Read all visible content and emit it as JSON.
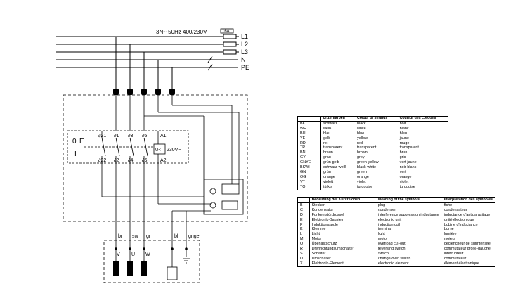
{
  "supply": {
    "label": "3N~ 50Hz 400/230V",
    "fuse": "16A",
    "lines": [
      "L1",
      "L2",
      "L3",
      "N",
      "PE"
    ]
  },
  "schematic": {
    "contactor_left": [
      "0",
      "E",
      "I"
    ],
    "contacts_top": [
      "∂21",
      "∂1",
      "∂3",
      "∂5",
      "A1"
    ],
    "contacts_bottom": [
      "∂22",
      "∂2",
      "∂4",
      "∂6",
      "A2"
    ],
    "coil_label": "230V~",
    "coil_symbol": "U<",
    "wire_colors": [
      "br",
      "sw",
      "gr",
      "bl",
      "gnge"
    ],
    "motor_terminals": [
      "V",
      "U",
      "W"
    ]
  },
  "strand_table": {
    "headers": [
      "",
      "Litzenfarben",
      "Colour of strands",
      "Couleur des cordons"
    ],
    "rows": [
      [
        "BK",
        "schwarz",
        "black",
        "noir"
      ],
      [
        "WH",
        "weiß",
        "white",
        "blanc"
      ],
      [
        "BU",
        "blau",
        "blue",
        "bleu"
      ],
      [
        "YE",
        "gelb",
        "yellow",
        "jaune"
      ],
      [
        "RD",
        "rot",
        "red",
        "rouge"
      ],
      [
        "TR",
        "transparent",
        "transparent",
        "transparent"
      ],
      [
        "BN",
        "braun",
        "brown",
        "brun"
      ],
      [
        "GY",
        "grau",
        "grey",
        "gris"
      ],
      [
        "GNYE",
        "grün-gelb",
        "green-yellow",
        "vert-jaune"
      ],
      [
        "BKWH",
        "schwarz-weiß",
        "black-white",
        "noir-blanc"
      ],
      [
        "GN",
        "grün",
        "green",
        "vert"
      ],
      [
        "OG",
        "orange",
        "orange",
        "orange"
      ],
      [
        "VT",
        "violett",
        "violet",
        "violet"
      ],
      [
        "TQ",
        "türkis",
        "turquoise",
        "turquoise"
      ]
    ]
  },
  "symbol_table": {
    "headers": [
      "",
      "Bedeutung der Kurzzeichen",
      "Meaning of the symbols",
      "Interprétation des symboles"
    ],
    "rows": [
      [
        "B",
        "Stecker",
        "plug",
        "fiche"
      ],
      [
        "C",
        "Kondensator",
        "condenser",
        "condensateur"
      ],
      [
        "D",
        "Funkentstördrossel",
        "interference suppression inductance",
        "inductance d'antiparasitage"
      ],
      [
        "E",
        "Elektronik-Baustein",
        "electronic unit",
        "unité électronique"
      ],
      [
        "F",
        "Induktionsspule",
        "induction coil",
        "bobine d'inductance"
      ],
      [
        "K",
        "Klemme",
        "terminal",
        "borne"
      ],
      [
        "L",
        "Licht",
        "light",
        "lumière"
      ],
      [
        "M",
        "Motor",
        "motor",
        "moteur"
      ],
      [
        "O",
        "Überlastschutz",
        "overload cut-out",
        "déclencheur de surintensité"
      ],
      [
        "R",
        "Drehrichtungsumschalter",
        "reversing switch",
        "commutateur droite-gauche"
      ],
      [
        "S",
        "Schalter",
        "switch",
        "interrupteur"
      ],
      [
        "U",
        "Umschalter",
        "change-over switch",
        "commutateur"
      ],
      [
        "X",
        "Elektronik-Element",
        "electronic element",
        "élément électronique"
      ]
    ]
  }
}
